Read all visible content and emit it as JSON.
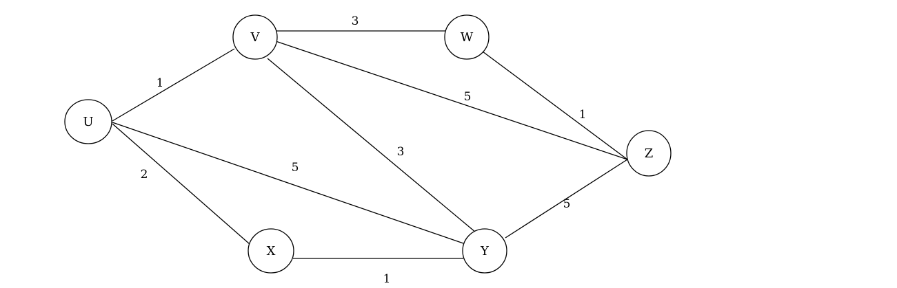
{
  "graph": {
    "nodes": [
      {
        "id": "U",
        "label": "U"
      },
      {
        "id": "V",
        "label": "V"
      },
      {
        "id": "W",
        "label": "W"
      },
      {
        "id": "X",
        "label": "X"
      },
      {
        "id": "Y",
        "label": "Y"
      },
      {
        "id": "Z",
        "label": "Z"
      }
    ],
    "edges": [
      {
        "from": "U",
        "to": "V",
        "weight": "1"
      },
      {
        "from": "U",
        "to": "X",
        "weight": "2"
      },
      {
        "from": "U",
        "to": "Y",
        "weight": "5"
      },
      {
        "from": "V",
        "to": "W",
        "weight": "3"
      },
      {
        "from": "V",
        "to": "Z",
        "weight": "5"
      },
      {
        "from": "V",
        "to": "Y",
        "weight": "3"
      },
      {
        "from": "W",
        "to": "Z",
        "weight": "1"
      },
      {
        "from": "X",
        "to": "Y",
        "weight": "1"
      },
      {
        "from": "Y",
        "to": "Z",
        "weight": "5"
      }
    ]
  }
}
